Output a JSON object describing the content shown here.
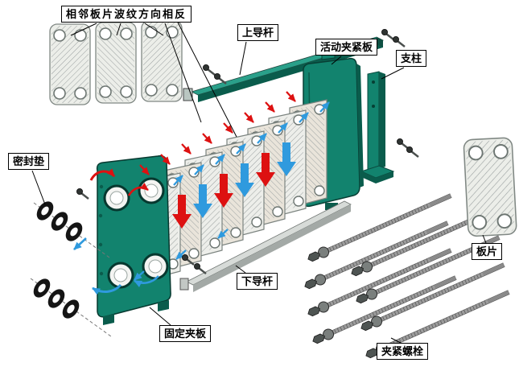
{
  "diagram": {
    "type": "plate-heat-exchanger-exploded-view",
    "labels": {
      "corrugation_note": "相邻板片波纹方向相反",
      "upper_guide_rod": "上导杆",
      "movable_clamp_plate": "活动夹紧板",
      "support_column": "支柱",
      "sealing_gasket": "密封垫",
      "plate": "板片",
      "fixed_clamp_plate": "固定夹板",
      "lower_guide_rod": "下导杆",
      "clamping_bolt": "夹紧螺栓"
    },
    "colors": {
      "frame_teal": "#12836e",
      "frame_teal_dark": "#0a5c4c",
      "frame_teal_light": "#2aa08a",
      "hot_flow_red": "#dd1111",
      "cold_flow_blue": "#2f9ade",
      "background": "#ffffff"
    }
  }
}
